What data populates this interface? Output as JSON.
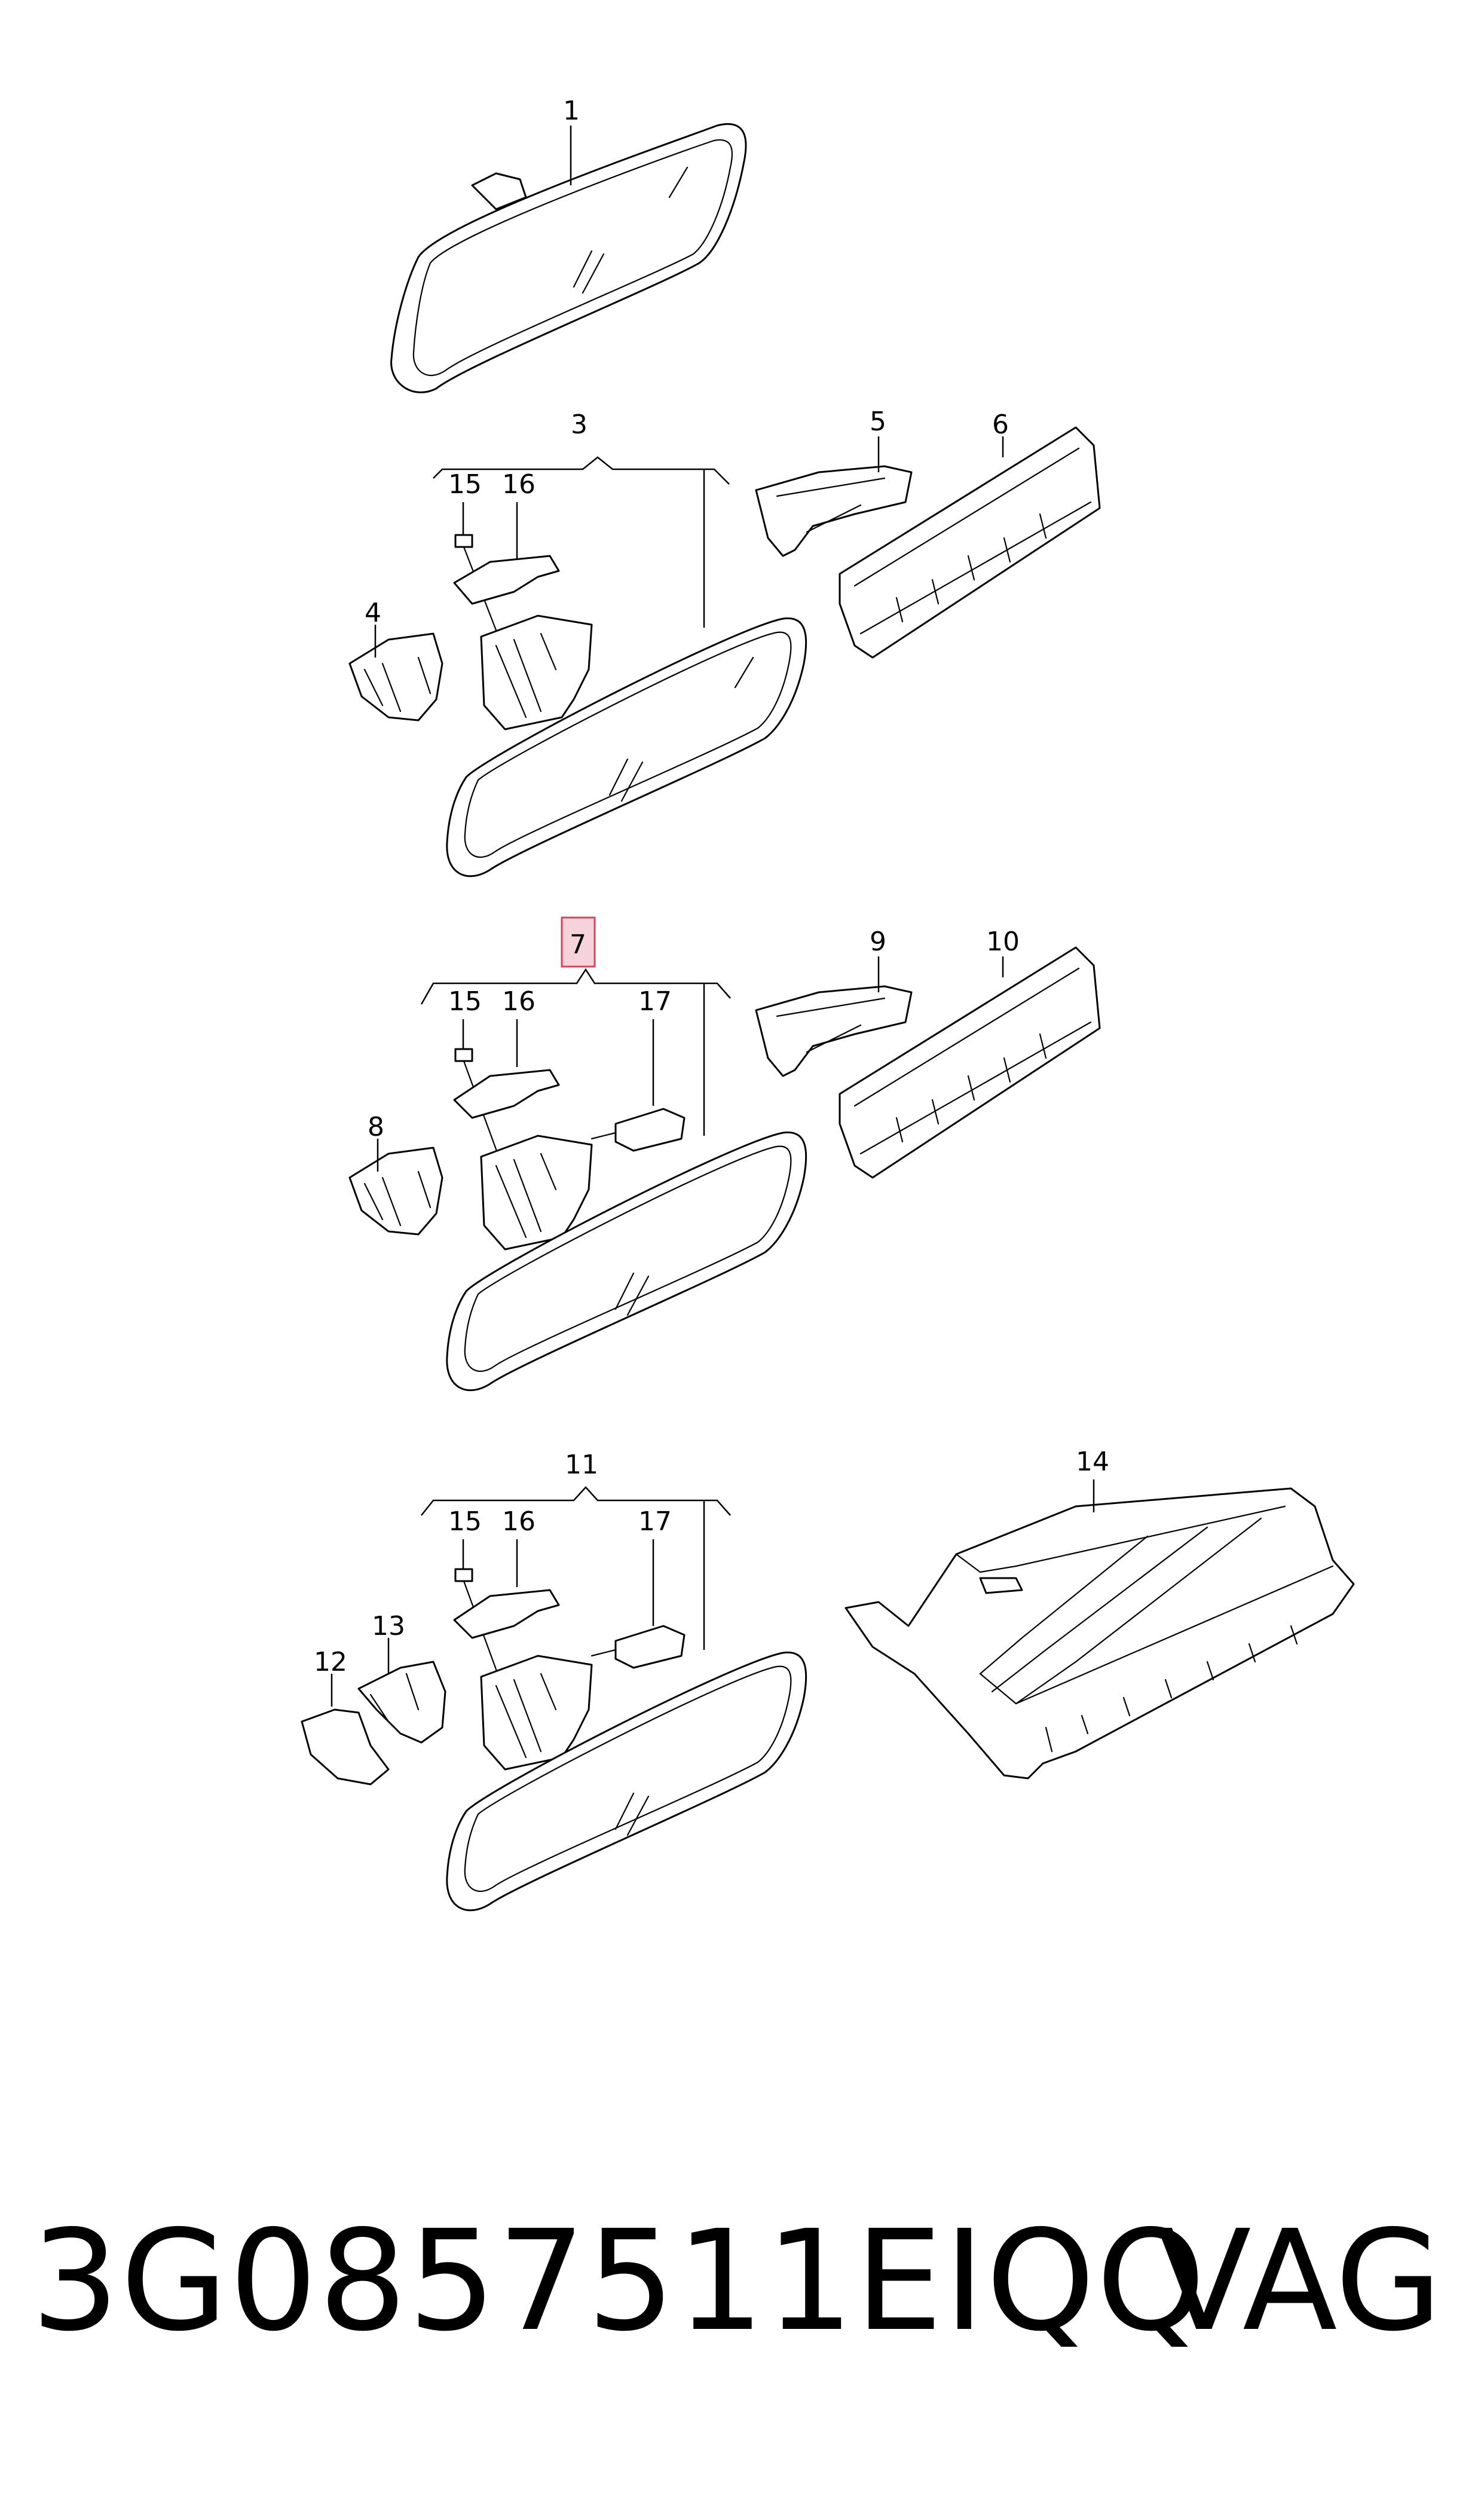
{
  "diagram": {
    "labels": {
      "l1": "1",
      "l3": "3",
      "l4": "4",
      "l5": "5",
      "l6": "6",
      "l7": "7",
      "l8": "8",
      "l9": "9",
      "l10": "10",
      "l11": "11",
      "l12": "12",
      "l13": "13",
      "l14": "14",
      "l15": "15",
      "l16": "16",
      "l17": "17"
    },
    "highlighted_label": "7",
    "highlight_color": "#f6d3da"
  },
  "footer": {
    "part_number": "3G0857511EIQQ",
    "brand": "VAG"
  }
}
